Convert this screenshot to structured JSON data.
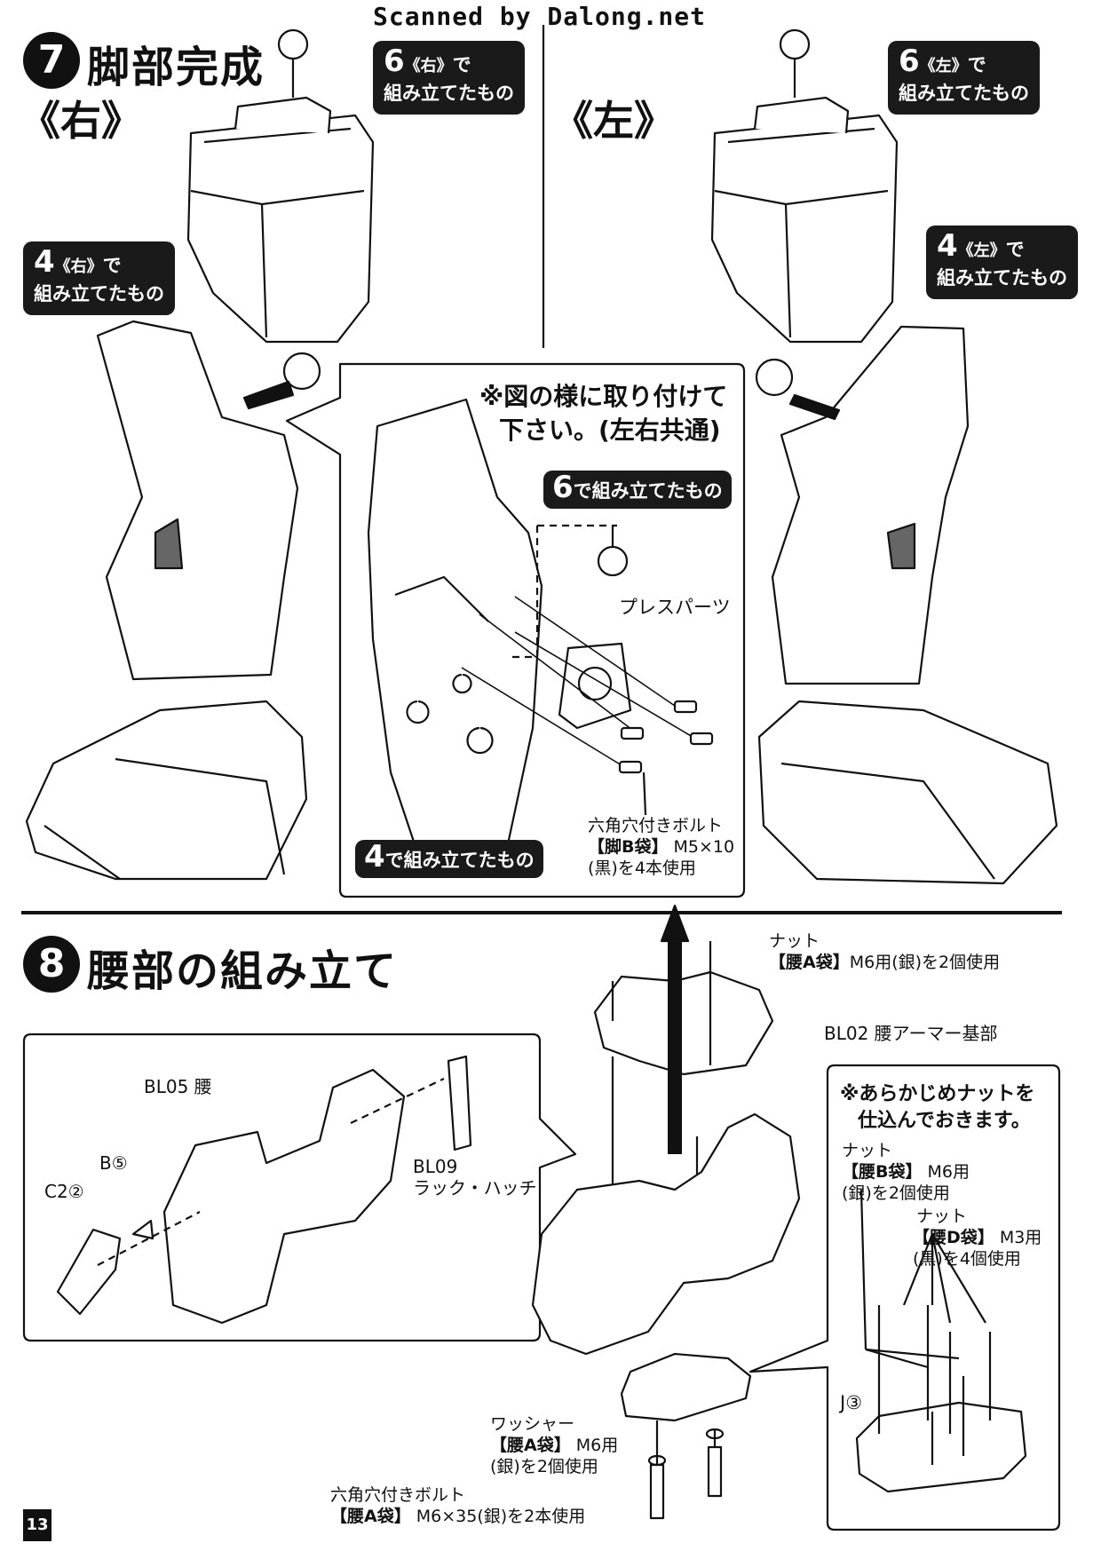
{
  "header": {
    "scan_credit": "Scanned by Dalong.net"
  },
  "step7": {
    "number": "7",
    "title": "脚部完成",
    "right_label": "《右》",
    "left_label": "《左》",
    "callout_r6": {
      "num": "6",
      "side": "《右》",
      "suffix": "で",
      "text": "組み立てたもの"
    },
    "callout_l6": {
      "num": "6",
      "side": "《左》",
      "suffix": "で",
      "text": "組み立てたもの"
    },
    "callout_r4": {
      "num": "4",
      "side": "《右》",
      "suffix": "で",
      "text": "組み立てたもの"
    },
    "callout_l4": {
      "num": "4",
      "side": "《左》",
      "suffix": "で",
      "text": "組み立てたもの"
    },
    "detail": {
      "note_line1": "※図の様に取り付けて",
      "note_line2": "下さい。(左右共通)",
      "callout6": {
        "num": "6",
        "text": "で組み立てたもの"
      },
      "callout4": {
        "num": "4",
        "text": "で組み立てたもの"
      },
      "press_parts": "プレスパーツ",
      "bolt_line1": "六角穴付きボルト",
      "bolt_bag": "【脚B袋】",
      "bolt_size": "M5×10",
      "bolt_line3": "(黒)を4本使用"
    }
  },
  "step8": {
    "number": "8",
    "title": "腰部の組み立て",
    "inset": {
      "bl05": "BL05 腰",
      "b5": "B⑤",
      "c2": "C2②",
      "bl09_line1": "BL09",
      "bl09_line2": "ラック・ハッチ"
    },
    "nut_top_line1": "ナット",
    "nut_top_bag": "【腰A袋】",
    "nut_top_line2": "M6用(銀)を2個使用",
    "bl02": "BL02 腰アーマー基部",
    "washer_line1": "ワッシャー",
    "washer_bag": "【腰A袋】",
    "washer_size": "M6用",
    "washer_line3": "(銀)を2個使用",
    "bolt_line1": "六角穴付きボルト",
    "bolt_bag": "【腰A袋】",
    "bolt_line2": "M6×35(銀)を2本使用",
    "prebox": {
      "note_line1": "※あらかじめナットを",
      "note_line2": "仕込んでおきます。",
      "nut1_line1": "ナット",
      "nut1_bag": "【腰B袋】",
      "nut1_size": "M6用",
      "nut1_line3": "(銀)を2個使用",
      "nut2_line1": "ナット",
      "nut2_bag": "【腰D袋】",
      "nut2_size": "M3用",
      "nut2_line3": "(黒)を4個使用",
      "j3": "J③"
    }
  },
  "footer": {
    "page_number": "13"
  }
}
